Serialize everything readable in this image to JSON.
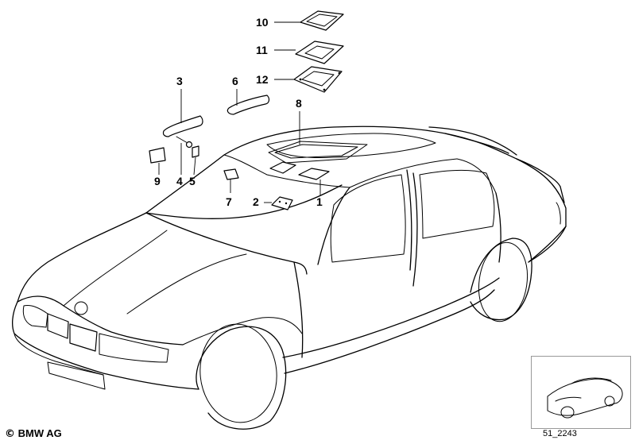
{
  "diagram": {
    "callouts": [
      {
        "id": "1",
        "label": "1"
      },
      {
        "id": "2",
        "label": "2"
      },
      {
        "id": "3",
        "label": "3"
      },
      {
        "id": "4",
        "label": "4"
      },
      {
        "id": "5",
        "label": "5"
      },
      {
        "id": "6",
        "label": "6"
      },
      {
        "id": "7",
        "label": "7"
      },
      {
        "id": "8",
        "label": "8"
      },
      {
        "id": "9",
        "label": "9"
      },
      {
        "id": "10",
        "label": "10"
      },
      {
        "id": "11",
        "label": "11"
      },
      {
        "id": "12",
        "label": "12"
      }
    ]
  },
  "footer": {
    "copyright_symbol": "©",
    "copyright_text": "BMW AG",
    "reference_code": "51_2243"
  }
}
